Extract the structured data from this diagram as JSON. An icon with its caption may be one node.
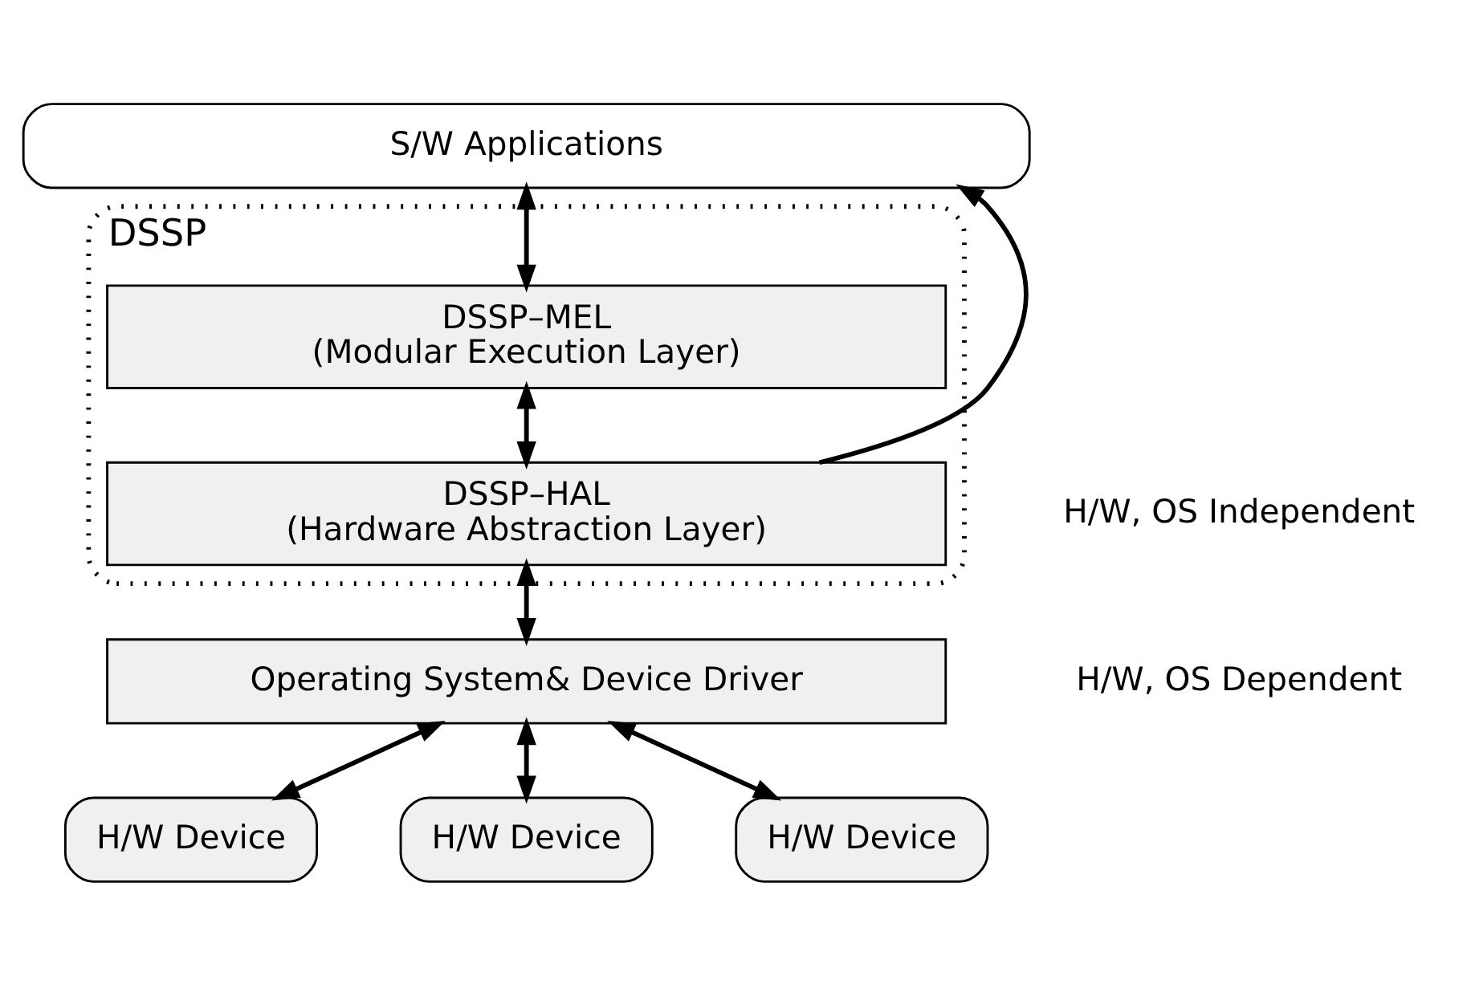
{
  "diagram": {
    "nodes": [
      {
        "text": [
          "S/W Applications"
        ]
      },
      {
        "text": [
          "DSSP"
        ]
      },
      {
        "text": [
          "DSSP–MEL",
          "(Modular Execution Layer)"
        ],
        "in": 1
      },
      {
        "text": [
          "DSSP–HAL",
          "(Hardware Abstraction Layer)"
        ],
        "in": 1
      },
      {
        "text": [
          "Operating System& Device Driver"
        ]
      },
      {
        "text": [
          "H/W Device"
        ]
      },
      {
        "text": [
          "H/W Device"
        ]
      },
      {
        "text": [
          "H/W Device"
        ]
      }
    ],
    "edges": [
      {
        "from": 0,
        "to": 2,
        "arrow": "both"
      },
      {
        "from": 2,
        "to": 3,
        "arrow": "both"
      },
      {
        "from": 3,
        "to": 4,
        "arrow": "both"
      },
      {
        "from": 4,
        "to": 5,
        "arrow": "both"
      },
      {
        "from": 4,
        "to": 6,
        "arrow": "both"
      },
      {
        "from": 4,
        "to": 7,
        "arrow": "both"
      },
      {
        "from": 3,
        "to": 0,
        "arrow": "to"
      }
    ],
    "labels": [
      "H/W, OS Independent",
      "H/W, OS Dependent"
    ]
  }
}
